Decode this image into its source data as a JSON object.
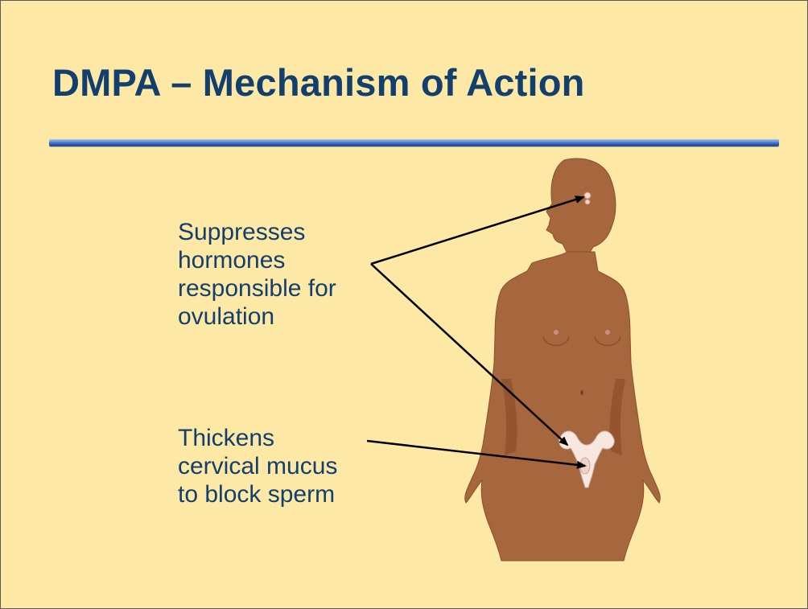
{
  "title": "DMPA – Mechanism of Action",
  "captions": [
    {
      "lines": [
        "Suppresses",
        "hormones",
        "responsible for",
        "ovulation"
      ]
    },
    {
      "lines": [
        "Thickens",
        "cervical mucus",
        "to block sperm"
      ]
    }
  ],
  "colors": {
    "background": "#fde8a6",
    "title_text": "#123f6e",
    "title_rule": "#3a66bf",
    "body_skin": "#a7673e",
    "organ": "#f7e7df",
    "arrow": "#000000"
  }
}
